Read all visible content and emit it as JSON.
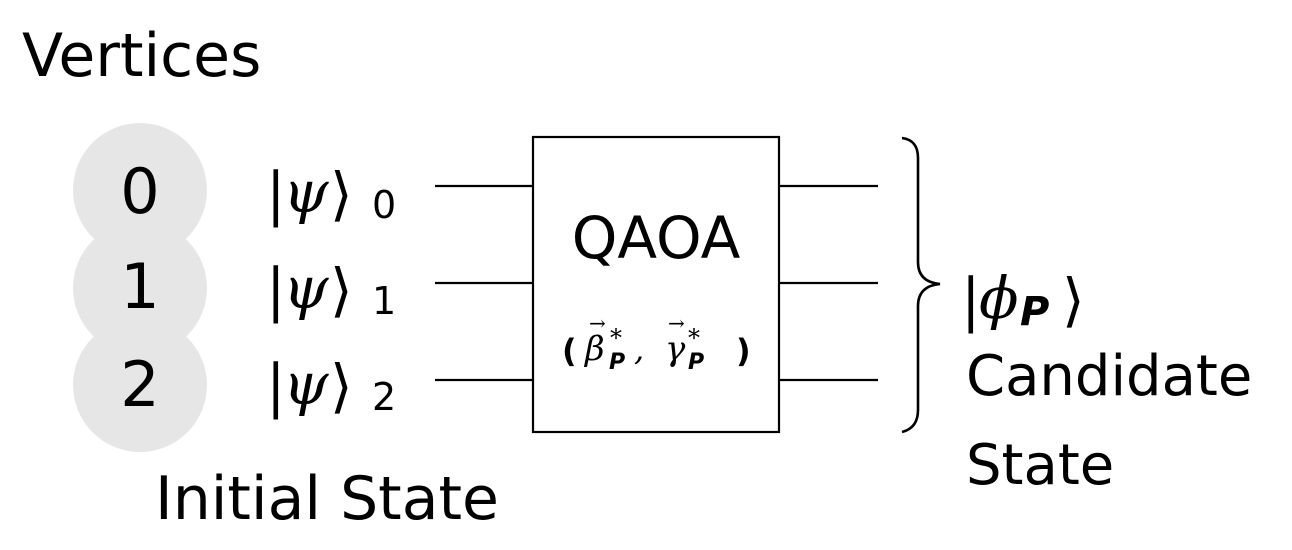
{
  "title": "Vertices",
  "vertices": [
    {
      "label": "0",
      "ket": "ψ",
      "ket_sub": "0"
    },
    {
      "label": "1",
      "ket": "ψ",
      "ket_sub": "1"
    },
    {
      "label": "2",
      "ket": "ψ",
      "ket_sub": "2"
    }
  ],
  "initial_state_label": "Initial State",
  "gate": {
    "name": "QAOA",
    "params": {
      "beta": "β",
      "gamma": "γ",
      "star": "*",
      "sub": "P",
      "comma": ","
    }
  },
  "output": {
    "ket": "ϕ",
    "ket_sub": "P",
    "label_line1": "Candidate",
    "label_line2": "State"
  },
  "colors": {
    "vertex_fill": "#e6e6e6",
    "line": "#000000",
    "background": "#ffffff"
  }
}
